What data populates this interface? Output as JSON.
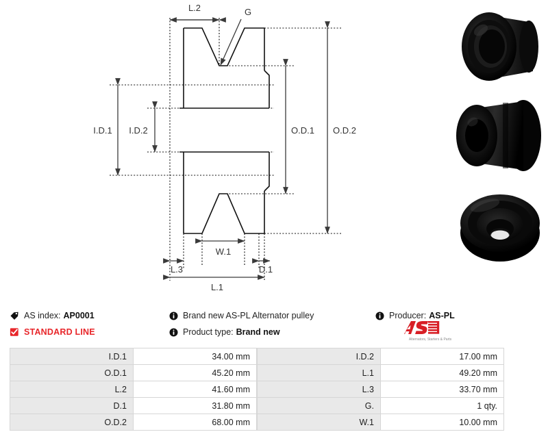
{
  "meta": {
    "as_index_label": "AS index:",
    "as_index_value": "AP0001",
    "standard_line": "STANDARD LINE",
    "description": "Brand new AS-PL Alternator pulley",
    "product_type_label": "Product type:",
    "product_type_value": "Brand new",
    "producer_label": "Producer:",
    "producer_value": "AS-PL",
    "icons": {
      "tag": "tag-icon",
      "check": "checkbox-checked-icon",
      "info": "info-icon"
    }
  },
  "logo": {
    "mark": "AS",
    "tagline": "Alternators, Starters & Parts",
    "color": "#d81f26"
  },
  "drawing": {
    "title": "alternator-pulley-cross-section",
    "labels": {
      "l2": "L.2",
      "g": "G",
      "id1": "I.D.1",
      "id2": "I.D.2",
      "od1": "O.D.1",
      "od2": "O.D.2",
      "w1": "W.1",
      "l3": "L.3",
      "d1": "D.1",
      "l1": "L.1"
    }
  },
  "photos": [
    {
      "name": "pulley-photo-front-bore",
      "alt": "Black alternator pulley, angled front view showing bore"
    },
    {
      "name": "pulley-photo-side-profile",
      "alt": "Black alternator pulley, side profile view"
    },
    {
      "name": "pulley-photo-top-hole",
      "alt": "Black alternator pulley, top view showing centre hole"
    }
  ],
  "specs": {
    "left": [
      {
        "key": "I.D.1",
        "value": "34.00 mm"
      },
      {
        "key": "O.D.1",
        "value": "45.20 mm"
      },
      {
        "key": "L.2",
        "value": "41.60 mm"
      },
      {
        "key": "D.1",
        "value": "31.80 mm"
      },
      {
        "key": "O.D.2",
        "value": "68.00 mm"
      }
    ],
    "right": [
      {
        "key": "I.D.2",
        "value": "17.00 mm"
      },
      {
        "key": "L.1",
        "value": "49.20 mm"
      },
      {
        "key": "L.3",
        "value": "33.70 mm"
      },
      {
        "key": "G.",
        "value": "1 qty."
      },
      {
        "key": "W.1",
        "value": "10.00 mm"
      }
    ]
  }
}
